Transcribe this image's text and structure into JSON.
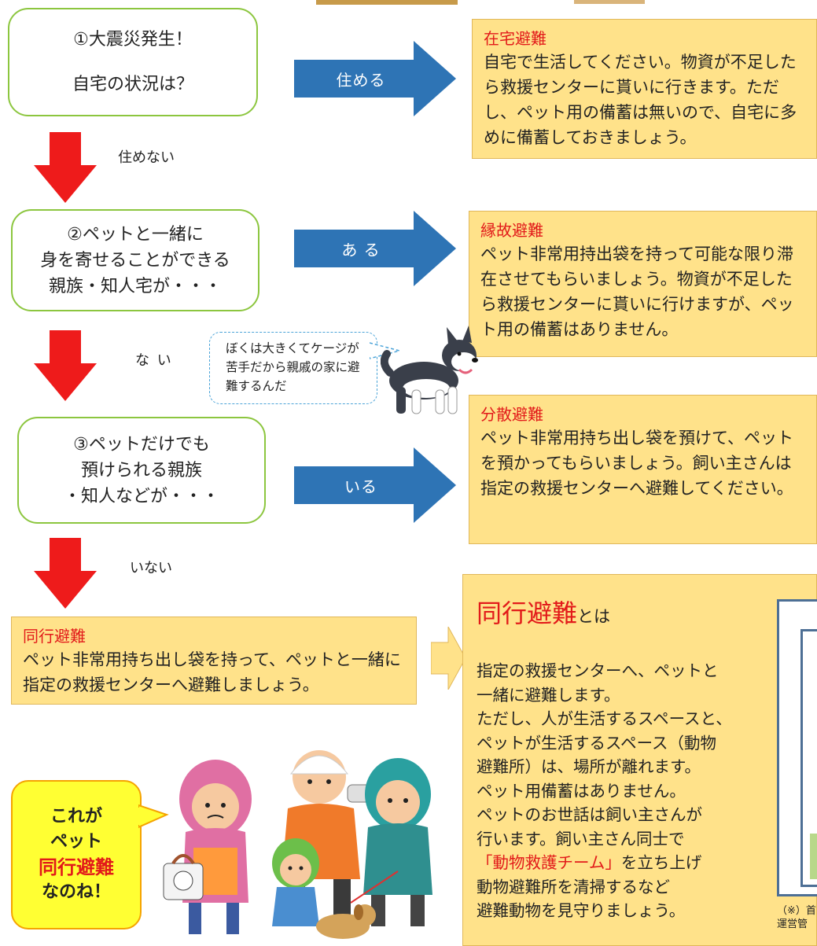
{
  "step1": {
    "line1": "①大震災発生！",
    "line2": "自宅の状況は？"
  },
  "arrow1_label": "住める",
  "result1": {
    "title": "在宅避難",
    "body": "自宅で生活してください。物資が不足したら救援センターに貰いに行きます。ただし、ペット用の備蓄は無いので、自宅に多めに備蓄しておきましょう。"
  },
  "down1_label": "住めない",
  "step2": {
    "line1": "②ペットと一緒に",
    "line2": "身を寄せることができる",
    "line3": "親族・知人宅が・・・"
  },
  "arrow2_label": "あ る",
  "result2": {
    "title": "縁故避難",
    "body": "ペット非常用持出袋を持って可能な限り滞在させてもらいましょう。物資が不足したら救援センターに貰いに行けますが、ペット用の備蓄はありません。"
  },
  "down2_label": "な い",
  "dog_bubble": "ぼくは大きくてケージが苦手だから親戚の家に避難するんだ",
  "step3": {
    "line1": "③ペットだけでも",
    "line2": "預けられる親族",
    "line3": "・知人などが・・・"
  },
  "arrow3_label": "いる",
  "result3": {
    "title": "分散避難",
    "body": "ペット非常用持ち出し袋を預けて、ペットを預かってもらいましょう。飼い主さんは指定の救援センターへ避難してください。"
  },
  "down3_label": "いない",
  "result4": {
    "title": "同行避難",
    "body": "ペット非常用持ち出し袋を持って、ペットと一緒に指定の救援センターへ避難しましょう。"
  },
  "explain": {
    "title_red": "同行避難",
    "title_suffix": "とは",
    "lines": [
      "指定の救援センターへ、ペットと",
      "一緒に避難します。",
      "ただし、人が生活するスペースと、",
      "ペットが生活するスペース（動物",
      "避難所）は、場所が離れます。",
      "ペット用備蓄はありません。",
      "ペットのお世話は飼い主さんが",
      "行います。飼い主さん同士で"
    ],
    "team_red": "「動物救護チーム」",
    "team_suffix": "を立ち上げ",
    "lines2": [
      "動物避難所を清掃するなど",
      "避難動物を見守りましょう。"
    ]
  },
  "note_cut": {
    "line1": "（※）首",
    "line2": "運営管"
  },
  "callout": {
    "line1": "これが",
    "line2": "ペット",
    "line3": "同行避難",
    "line4": "なのね！"
  },
  "colors": {
    "red": "#e21a1a",
    "blue": "#2e74b5",
    "yellow": "#ffe28a",
    "green": "#8cc63f"
  }
}
